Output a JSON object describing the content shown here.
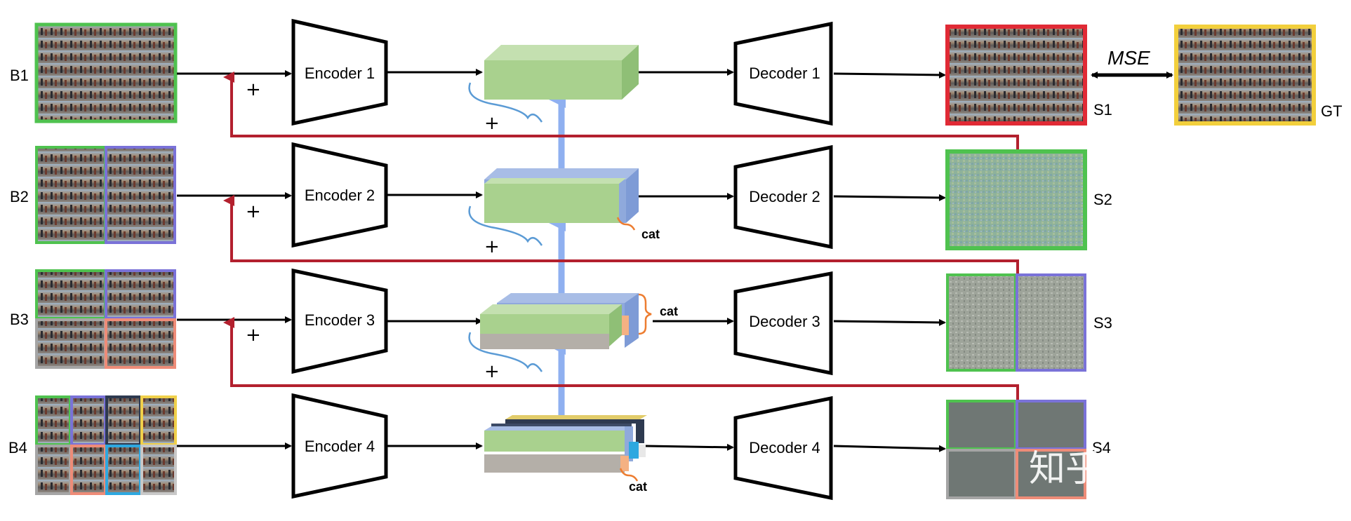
{
  "rows": [
    {
      "input": "B1",
      "encoder": "Encoder 1",
      "decoder": "Decoder 1",
      "output": "S1"
    },
    {
      "input": "B2",
      "encoder": "Encoder 2",
      "decoder": "Decoder 2",
      "output": "S2"
    },
    {
      "input": "B3",
      "encoder": "Encoder 3",
      "decoder": "Decoder 3",
      "output": "S3"
    },
    {
      "input": "B4",
      "encoder": "Encoder 4",
      "decoder": "Decoder 4",
      "output": "S4"
    }
  ],
  "plus_symbol": "+",
  "cat_label": "cat",
  "loss_label": "MSE",
  "ground_truth_label": "GT",
  "watermark": "知乎 @nachifur",
  "colors": {
    "green_feature": "#a9d18e",
    "blue_feature": "#8fa9dc",
    "orange_feature": "#f4b183",
    "gray_feature": "#b4afa8",
    "red_arrow": "#b3202e",
    "blue_arrow": "#8fb0f0",
    "brace_blue": "#5b9bd5",
    "brace_orange": "#ed7d31",
    "patch_green": "#4fc24f",
    "patch_purple": "#7a72d8",
    "patch_salmon": "#ee8c78",
    "patch_gray": "#a5a5a5",
    "patch_yellow": "#f0d04a",
    "patch_navy": "#2e3a50",
    "patch_cyan": "#2ea8e0",
    "s1_border": "#e02a35",
    "gt_border": "#f2cf3c"
  }
}
